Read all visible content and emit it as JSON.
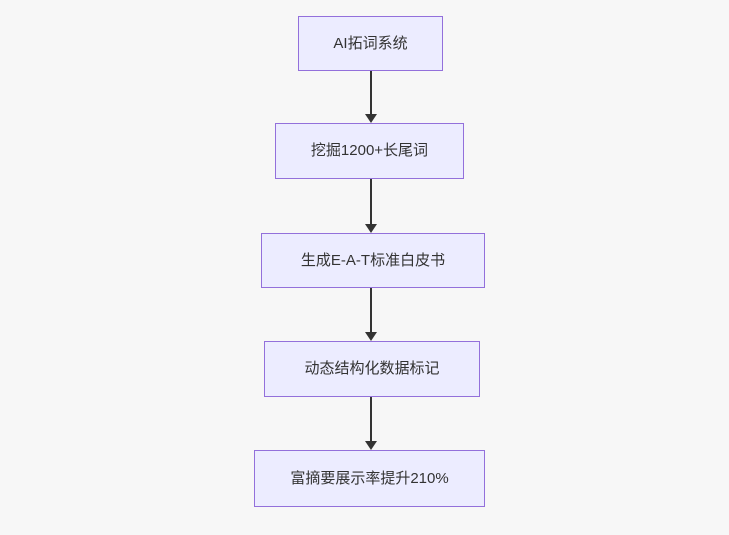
{
  "diagram": {
    "type": "flowchart",
    "direction": "top-down",
    "nodes": [
      {
        "id": "node-1",
        "label": "AI拓词系统"
      },
      {
        "id": "node-2",
        "label": "挖掘1200+长尾词"
      },
      {
        "id": "node-3",
        "label": "生成E-A-T标准白皮书"
      },
      {
        "id": "node-4",
        "label": "动态结构化数据标记"
      },
      {
        "id": "node-5",
        "label": "富摘要展示率提升210%"
      }
    ],
    "edges": [
      {
        "from": "node-1",
        "to": "node-2"
      },
      {
        "from": "node-2",
        "to": "node-3"
      },
      {
        "from": "node-3",
        "to": "node-4"
      },
      {
        "from": "node-4",
        "to": "node-5"
      }
    ],
    "colors": {
      "background": "#f7f7f7",
      "node_fill": "#ECECFF",
      "node_border": "#9370DB",
      "text": "#333333",
      "arrow": "#333333"
    }
  }
}
